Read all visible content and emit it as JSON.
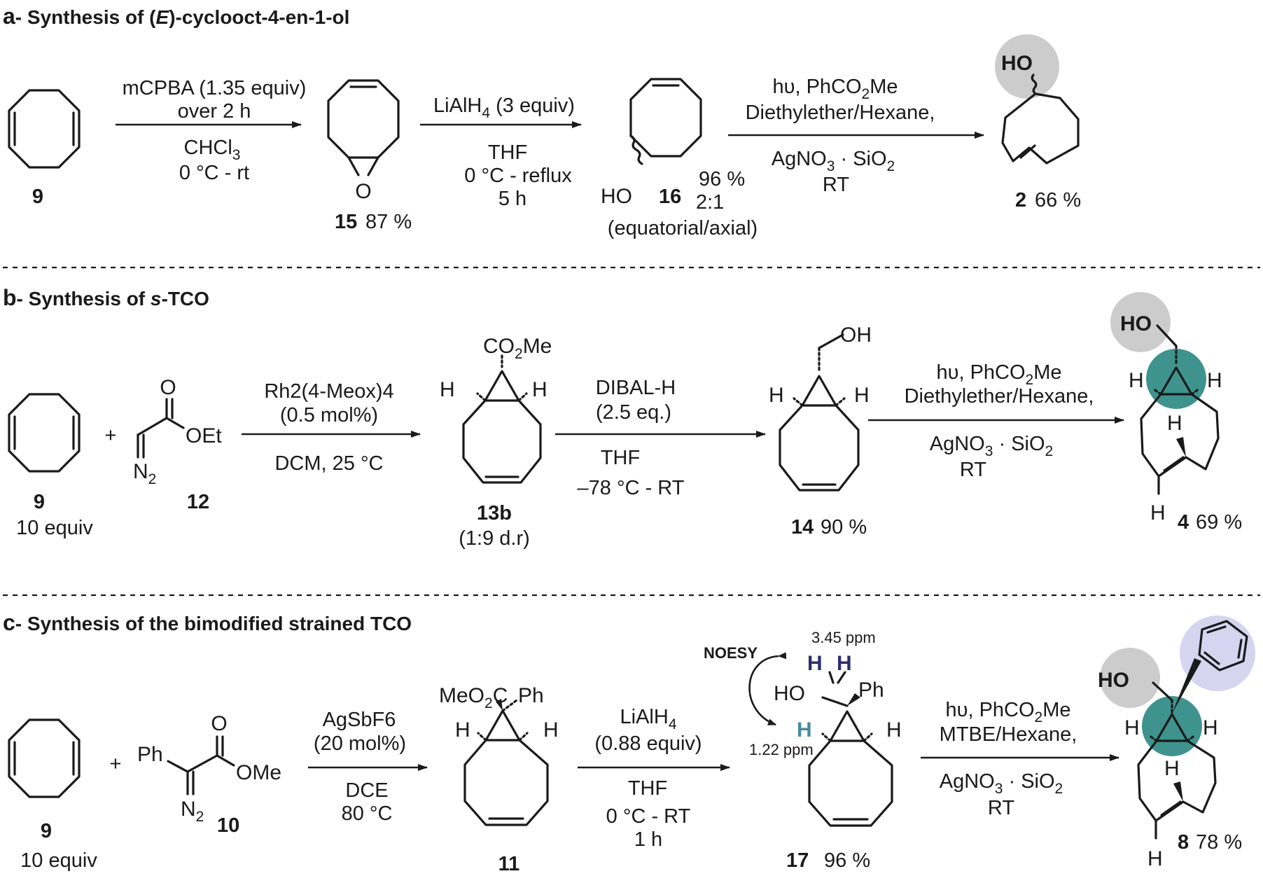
{
  "colors": {
    "ho_highlight": "#cccccc",
    "cyclopropane_highlight": "#3f938e",
    "phenyl_highlight": "#d6d4ef",
    "noesy_h_dark": "#2c2e6b",
    "noesy_h_teal": "#4b8aa0"
  },
  "sections": {
    "a": {
      "letter": "a",
      "title_pre": "- Synthesis of (",
      "title_italic": "E",
      "title_post": ")-cyclooct-4-en-1-ol",
      "cpd9": "9",
      "step1": {
        "line1": "mCPBA (1.35 equiv)",
        "line2": "over 2 h",
        "line3": "CHCl",
        "line3_sub": "3",
        "line4": "0 °C - rt"
      },
      "cpd15": {
        "epoxide_o": "O",
        "num": "15",
        "yield": "87 %"
      },
      "step2": {
        "line1": "LiAlH",
        "line1_sub": "4",
        "line1_post": " (3 equiv)",
        "line2": "THF",
        "line3": "0 °C - reflux",
        "line4": "5 h"
      },
      "cpd16": {
        "ho": "HO",
        "num": "16",
        "yield": "96 %",
        "ratio": "2:1",
        "note": "(equatorial/axial)"
      },
      "step3": {
        "line1": "hυ, PhCO",
        "line1_sub": "2",
        "line1_post": "Me",
        "line2": "Diethylether/Hexane,",
        "line3a": "AgNO",
        "line3_sub1": "3",
        "line3b": " · SiO",
        "line3_sub2": "2",
        "line4": "RT"
      },
      "cpd2": {
        "ho": "HO",
        "num": "2",
        "yield": "66 %"
      }
    },
    "b": {
      "letter": "b",
      "title_pre": "- Synthesis of ",
      "title_italic": "s",
      "title_post": "-TCO",
      "cpd9": {
        "num": "9",
        "equiv": "10 equiv"
      },
      "plus": "+",
      "cpd12": {
        "o": "O",
        "oet": "OEt",
        "n": "N",
        "n_sub": "2",
        "num": "12"
      },
      "step1": {
        "line1": "Rh2(4-Meox)4",
        "line2": "(0.5 mol%)",
        "line3": "DCM, 25 °C"
      },
      "cpd13b": {
        "co2me_a": "CO",
        "co2me_sub": "2",
        "co2me_b": "Me",
        "h_left": "H",
        "h_right": "H",
        "num": "13b",
        "dr": "(1:9 d.r)"
      },
      "step2": {
        "line1": "DIBAL-H",
        "line2": "(2.5 eq.)",
        "line3": "THF",
        "line4": "–78 °C - RT"
      },
      "cpd14": {
        "oh": "OH",
        "h_left": "H",
        "h_right": "H",
        "num": "14",
        "yield": "90 %"
      },
      "step3": {
        "line1": "hυ, PhCO",
        "line1_sub": "2",
        "line1_post": "Me",
        "line2": "Diethylether/Hexane,",
        "line3a": "AgNO",
        "line3_sub1": "3",
        "line3b": " · SiO",
        "line3_sub2": "2",
        "line4": "RT"
      },
      "cpd4": {
        "ho": "HO",
        "h_left": "H",
        "h_right": "H",
        "h_mid": "H",
        "h_bottom": "H",
        "num": "4",
        "yield": "69 %"
      }
    },
    "c": {
      "letter": "c",
      "title": "- Synthesis of the bimodified strained TCO",
      "cpd9": {
        "num": "9",
        "equiv": "10 equiv"
      },
      "plus": "+",
      "cpd10": {
        "ph": "Ph",
        "o": "O",
        "ome": "OMe",
        "n": "N",
        "n_sub": "2",
        "num": "10"
      },
      "step1": {
        "line1": "AgSbF6",
        "line2": "(20 mol%)",
        "line3": "DCE",
        "line4": "80 °C"
      },
      "cpd11": {
        "meo2c_a": "MeO",
        "meo2c_sub": "2",
        "meo2c_b": "C",
        "ph": "Ph",
        "h_left": "H",
        "h_right": "H",
        "num": "11"
      },
      "step2": {
        "line1": "LiAlH",
        "line1_sub": "4",
        "line2": "(0.88 equiv)",
        "line3": "THF",
        "line4": "0 °C - RT",
        "line5": "1 h"
      },
      "cpd17": {
        "noesy": "NOESY",
        "ppm1": "3.45 ppm",
        "ppm2": "1.22 ppm",
        "h1": "H",
        "h2": "H",
        "ho": "HO",
        "ph": "Ph",
        "h_teal": "H",
        "h_right": "H",
        "num": "17",
        "yield": "96 %"
      },
      "step3": {
        "line1": "hυ, PhCO",
        "line1_sub": "2",
        "line1_post": "Me",
        "line2": "MTBE/Hexane,",
        "line3a": "AgNO",
        "line3_sub1": "3",
        "line3b": " · SiO",
        "line3_sub2": "2",
        "line4": "RT"
      },
      "cpd8": {
        "ho": "HO",
        "h_left": "H",
        "h_right": "H",
        "h_mid": "H",
        "h_bottom": "H",
        "num": "8",
        "yield": "78 %"
      }
    }
  }
}
